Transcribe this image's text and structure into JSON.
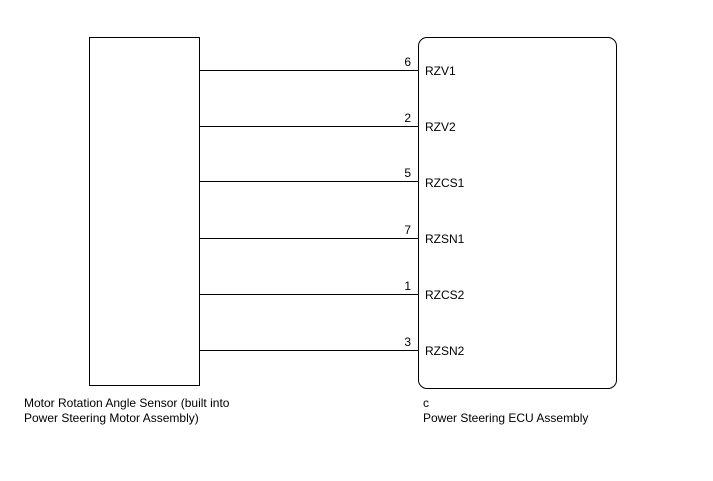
{
  "diagram": {
    "left_component": {
      "label_line1": "Motor Rotation Angle Sensor (built into",
      "label_line2": "Power Steering Motor Assembly)"
    },
    "right_component": {
      "connector": "c",
      "label": "Power Steering ECU Assembly"
    },
    "connections": [
      {
        "pin": "6",
        "terminal": "RZV1"
      },
      {
        "pin": "2",
        "terminal": "RZV2"
      },
      {
        "pin": "5",
        "terminal": "RZCS1"
      },
      {
        "pin": "7",
        "terminal": "RZSN1"
      },
      {
        "pin": "1",
        "terminal": "RZCS2"
      },
      {
        "pin": "3",
        "terminal": "RZSN2"
      }
    ]
  }
}
